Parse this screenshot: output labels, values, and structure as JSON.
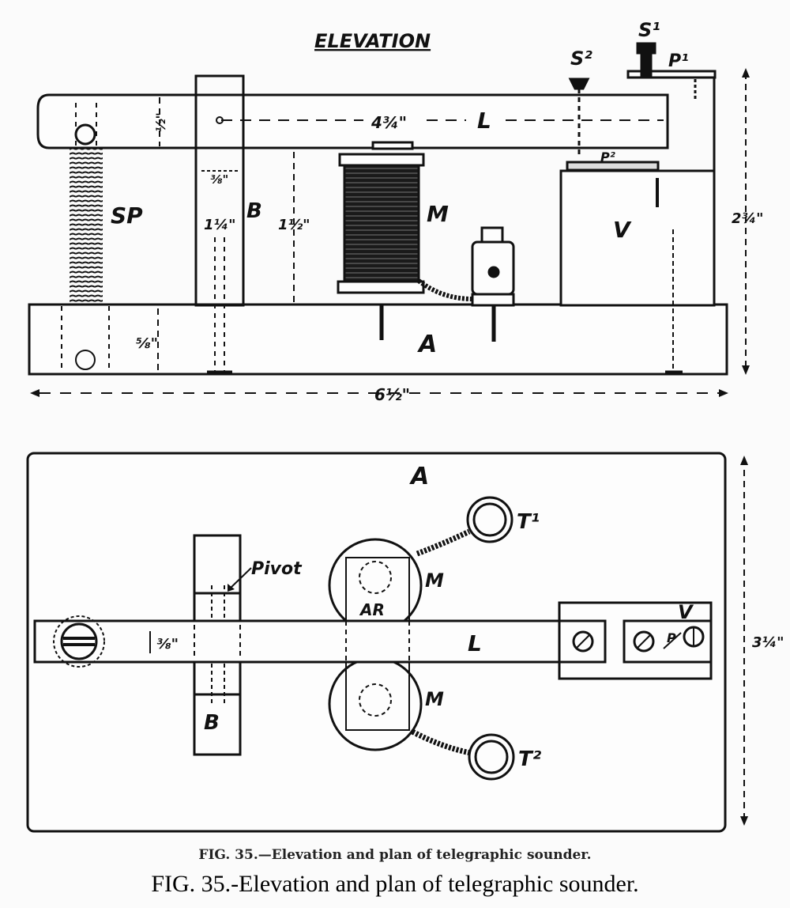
{
  "elevation": {
    "title": "ELEVATION",
    "labels": {
      "spring": "SP",
      "bracket": "B",
      "magnet": "M",
      "lever": "L",
      "post": "V",
      "base": "A",
      "screw_1": "S¹",
      "screw_2": "S²",
      "plate_1": "P¹",
      "plate_2": "P²"
    },
    "dimensions": {
      "lever_length": "4¾\"",
      "lever_thickness": "½\"",
      "bracket_width": "⅜\"",
      "bracket_height": "1¼\"",
      "magnet_gap": "1½\"",
      "base_height": "⅝\"",
      "total_height": "2¾\"",
      "total_length": "6½\""
    }
  },
  "plan": {
    "labels": {
      "base": "A",
      "terminal_1": "T¹",
      "terminal_2": "T²",
      "magnet_top": "M",
      "magnet_bottom": "M",
      "armature": "AR",
      "pivot": "Pivot",
      "lever": "L",
      "post": "V",
      "plate": "P",
      "bracket": "B"
    },
    "dimensions": {
      "lever_width": "⅜\"",
      "total_width": "3¼\""
    }
  },
  "caption": {
    "printed": "FIG. 35.—Elevation and plan of telegraphic sounder.",
    "typed": "FIG. 35.-Elevation and plan of telegraphic sounder."
  }
}
